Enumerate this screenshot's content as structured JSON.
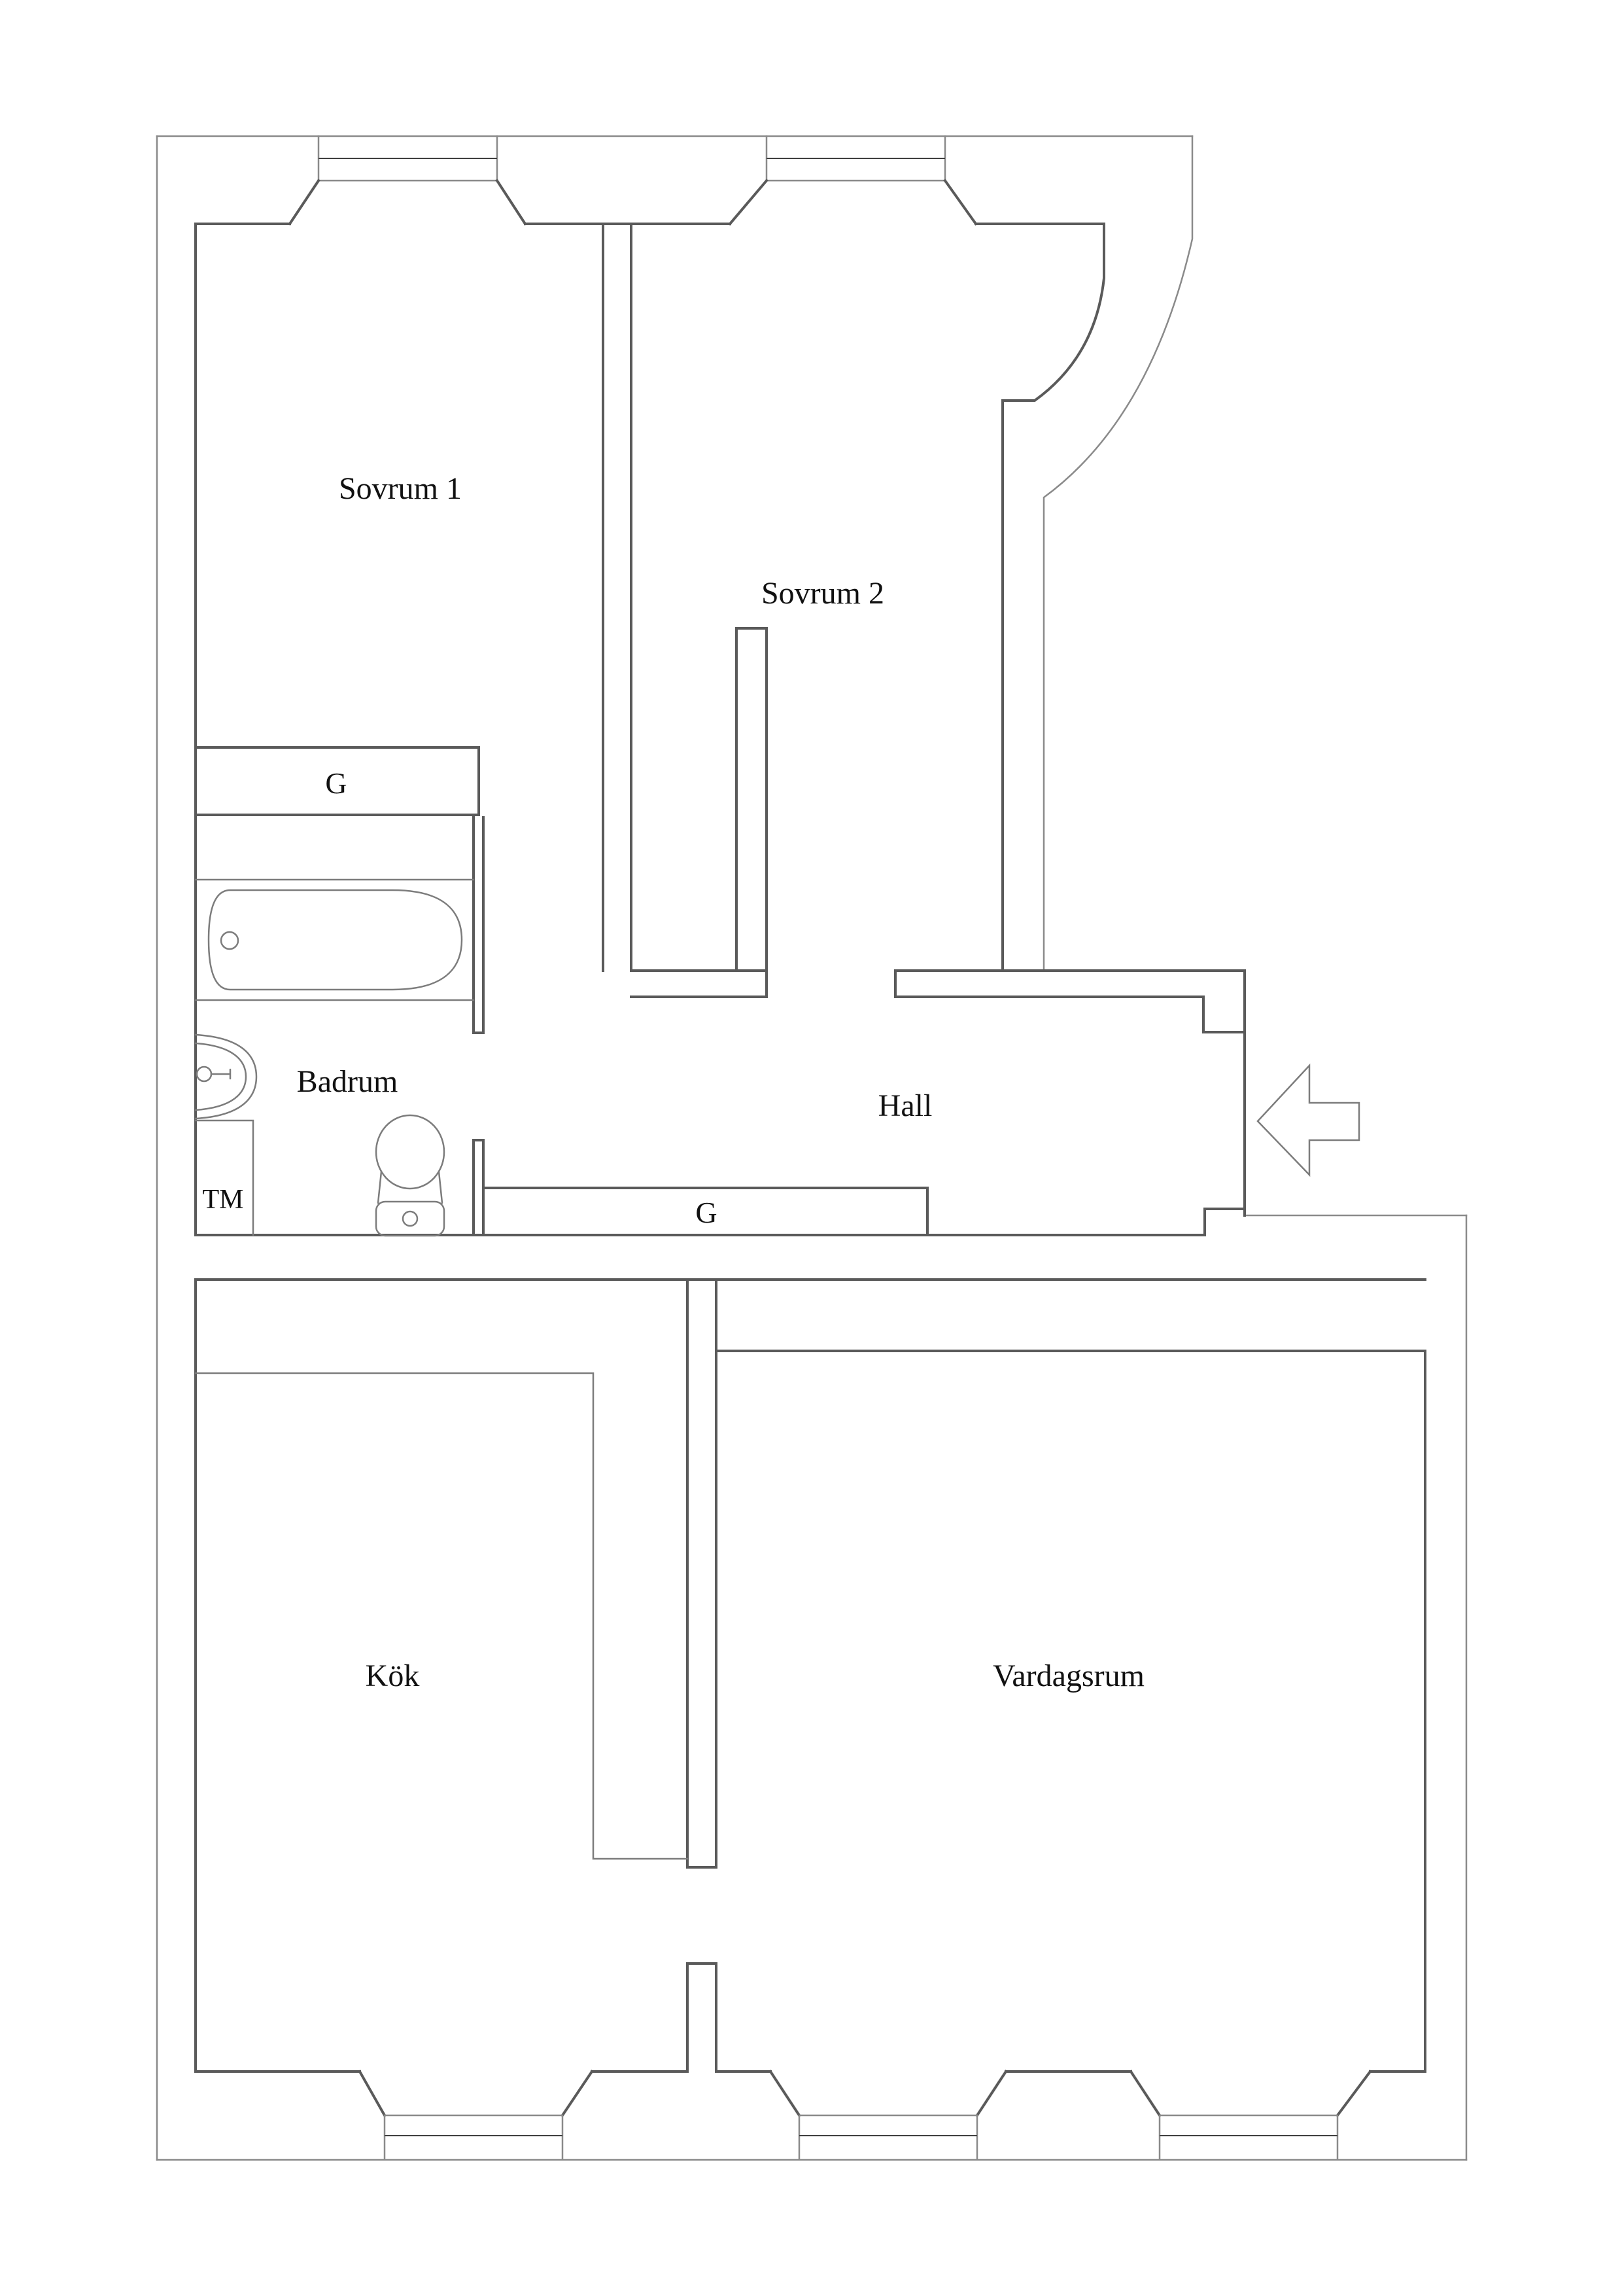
{
  "document": {
    "type": "apartment floor plan",
    "language": "Swedish"
  },
  "colors": {
    "background": "#ffffff",
    "wall_line": "#5a5a5a",
    "outline_thin": "#8a8a8a",
    "fixture_line": "#7c7c7c",
    "label_text": "#111111"
  },
  "labels": {
    "sovrum1": {
      "text": "Sovrum 1"
    },
    "sovrum2": {
      "text": "Sovrum 2"
    },
    "badrum": {
      "text": "Badrum"
    },
    "hall": {
      "text": "Hall"
    },
    "tm": {
      "text": "TM"
    },
    "closet_g": {
      "text": "G"
    },
    "hall_g": {
      "text": "G"
    },
    "kok": {
      "text": "Kök"
    },
    "vardagsrum": {
      "text": "Vardagsrum"
    }
  },
  "fixtures": [
    {
      "name": "bathtub-icon",
      "room": "Badrum"
    },
    {
      "name": "sink-icon",
      "room": "Badrum"
    },
    {
      "name": "toilet-icon",
      "room": "Badrum"
    },
    {
      "name": "washing-machine-box",
      "room": "Badrum",
      "label": "TM"
    },
    {
      "name": "kitchen-counter",
      "room": "Kök"
    },
    {
      "name": "entrance-arrow-icon",
      "room": "Hall"
    }
  ],
  "windows": {
    "count": 5,
    "top_bays": 2,
    "bottom_bays": 3
  }
}
